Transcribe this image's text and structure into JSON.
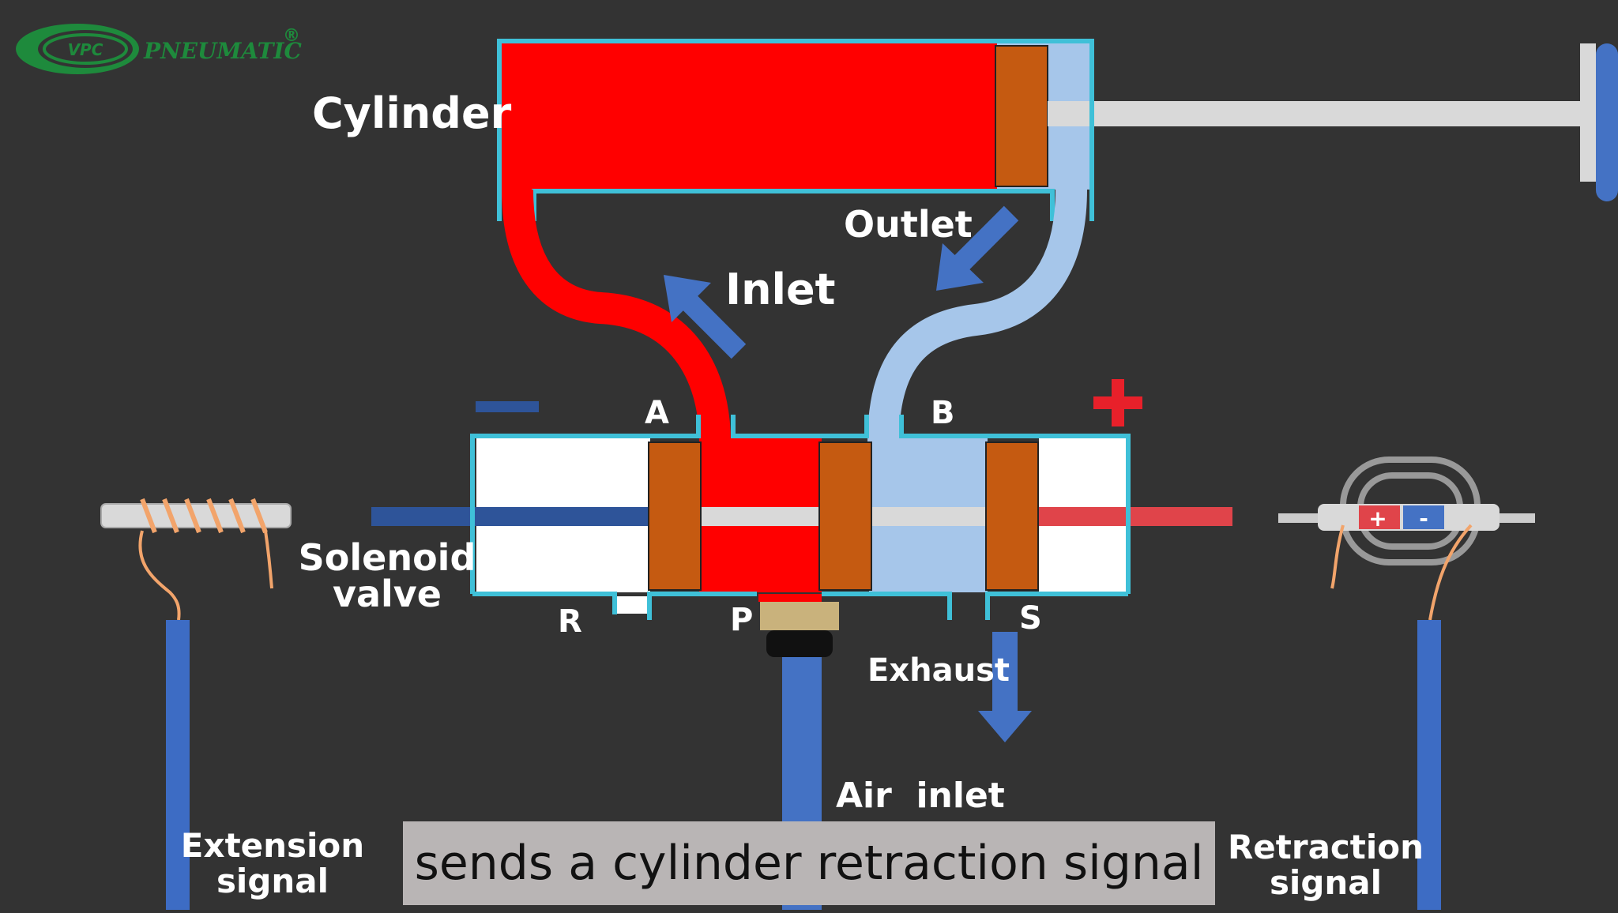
{
  "logo": {
    "initials": "VPC",
    "brand": "PNEUMATIC",
    "registered": "®",
    "color": "#1e8a3c"
  },
  "labels": {
    "cylinder": "Cylinder",
    "outlet": "Outlet",
    "inlet": "Inlet",
    "port_a": "A",
    "port_b": "B",
    "port_r": "R",
    "port_p": "P",
    "port_s": "S",
    "solenoid_line1": "Solenoid",
    "solenoid_line2": "valve",
    "exhaust": "Exhaust",
    "air_inlet": "Air  inlet",
    "extension_line1": "Extension",
    "extension_line2": "signal",
    "retraction_line1": "Retraction",
    "retraction_line2": "signal"
  },
  "caption": "sends a cylinder retraction signal",
  "colors": {
    "background": "#333333",
    "pressurized_air": "#ff0000",
    "exhaust_air": "#a6c6ea",
    "piston": "#c55a11",
    "body_outline": "#3fc0d8",
    "arrow": "#4472c4",
    "signal_wire": "#3d6cc4",
    "minus_sign": "#2e5499",
    "plus_sign": "#e8202a"
  },
  "icons": [
    "arrow-up-left-icon",
    "arrow-down-left-icon",
    "arrow-down-icon",
    "coil-icon",
    "reed-switch-icon",
    "minus-icon",
    "plus-icon"
  ]
}
